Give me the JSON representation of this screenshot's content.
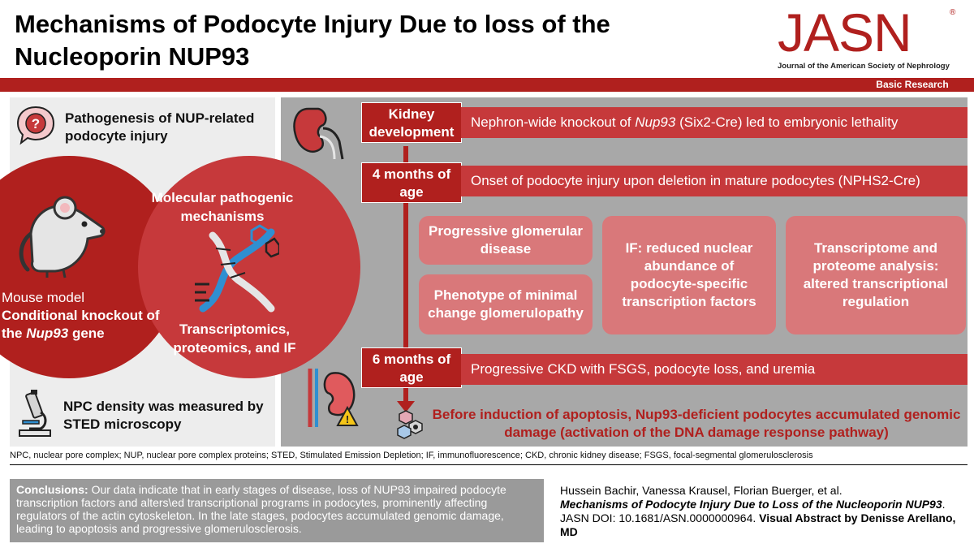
{
  "header": {
    "title": "Mechanisms of Podocyte Injury Due to loss of the Nucleoporin NUP93",
    "logo_word": "JASN",
    "logo_reg": "®",
    "logo_subtitle": "Journal of the American Society of Nephrology",
    "badge": "Basic Research",
    "accent_color": "#b0201e"
  },
  "left": {
    "pathogenesis": "Pathogenesis of NUP-related podocyte injury",
    "mouse_line1": "Mouse model",
    "mouse_line2": "Conditional knockout of the",
    "mouse_gene": "Nup93",
    "mouse_line3": "gene",
    "molecular_title": "Molecular pathogenic mechanisms",
    "molecular_sub": "Transcriptomics, proteomics, and IF",
    "npc_text": "NPC density was measured by STED microscopy"
  },
  "timeline": {
    "stage1": "Kidney development",
    "bar1_pre": "Nephron-wide knockout of",
    "bar1_gene": "Nup93",
    "bar1_post": "(Six2-Cre) led to embryonic lethality",
    "stage2": "4 months of age",
    "bar2": "Onset of podocyte injury upon deletion in mature podocytes (NPHS2-Cre)",
    "box_progressive": "Progressive glomerular disease",
    "box_phenotype": "Phenotype of minimal change glomerulopathy",
    "box_if": "IF: reduced nuclear abundance of podocyte-specific transcription factors",
    "box_transcriptome": "Transcriptome and proteome analysis: altered transcriptional regulation",
    "stage3": "6 months of age",
    "bar3": "Progressive CKD with FSGS, podocyte loss, and uremia",
    "apoptosis": "Before induction of apoptosis, Nup93-deficient podocytes accumulated genomic damage (activation of the DNA damage response pathway)"
  },
  "footer": {
    "abbreviations": "NPC, nuclear pore complex; NUP, nuclear pore complex proteins; STED, Stimulated Emission Depletion; IF, immunofluorescence; CKD, chronic kidney disease; FSGS, focal-segmental glomerulosclerosis",
    "conclusion_label": "Conclusions:",
    "conclusion_text": "Our data indicate that in early stages of disease, loss of NUP93 impaired podocyte transcription factors and alters\\ed transcriptional programs in podocytes, prominently affecting regulators of the actin cytoskeleton. In the late stages, podocytes accumulated genomic damage, leading to apoptosis and progressive glomerulosclerosis.",
    "authors": "Hussein Bachir, Vanessa Krausel, Florian Buerger, et al.",
    "article_title": "Mechanisms of Podocyte Injury Due to Loss of the Nucleoporin NUP93",
    "doi": ". JASN DOI: 10.1681/ASN.0000000964.",
    "credit": "Visual Abstract by Denisse Arellano, MD"
  }
}
